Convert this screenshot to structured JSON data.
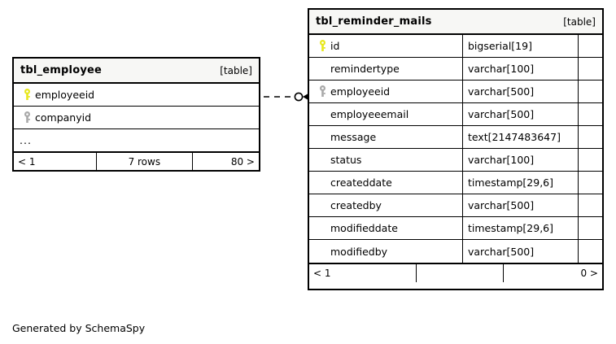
{
  "diagram": {
    "credit": "Generated by SchemaSpy",
    "type_tag": "[table]",
    "ellipsis": "...",
    "key_colors": {
      "primary_key": "#e8e81c",
      "foreign_key": "#a9a9a9"
    }
  },
  "tables": [
    {
      "name": "tbl_employee",
      "tag": "[table]",
      "columns": [
        {
          "key": "primary",
          "name": "employeeid",
          "type": ""
        },
        {
          "key": "foreign",
          "name": "companyid",
          "type": ""
        },
        {
          "key": "none",
          "name": "...",
          "type": ""
        }
      ],
      "footer": {
        "left": "< 1",
        "center": "7 rows",
        "right": "80 >"
      }
    },
    {
      "name": "tbl_reminder_mails",
      "tag": "[table]",
      "columns": [
        {
          "key": "primary",
          "name": "id",
          "type": "bigserial[19]"
        },
        {
          "key": "none",
          "name": "remindertype",
          "type": "varchar[100]"
        },
        {
          "key": "foreign",
          "name": "employeeid",
          "type": "varchar[500]"
        },
        {
          "key": "none",
          "name": "employeeemail",
          "type": "varchar[500]"
        },
        {
          "key": "none",
          "name": "message",
          "type": "text[2147483647]"
        },
        {
          "key": "none",
          "name": "status",
          "type": "varchar[100]"
        },
        {
          "key": "none",
          "name": "createddate",
          "type": "timestamp[29,6]"
        },
        {
          "key": "none",
          "name": "createdby",
          "type": "varchar[500]"
        },
        {
          "key": "none",
          "name": "modifieddate",
          "type": "timestamp[29,6]"
        },
        {
          "key": "none",
          "name": "modifiedby",
          "type": "varchar[500]"
        }
      ],
      "footer": {
        "left": "< 1",
        "center": "",
        "right": "0 >"
      }
    }
  ]
}
